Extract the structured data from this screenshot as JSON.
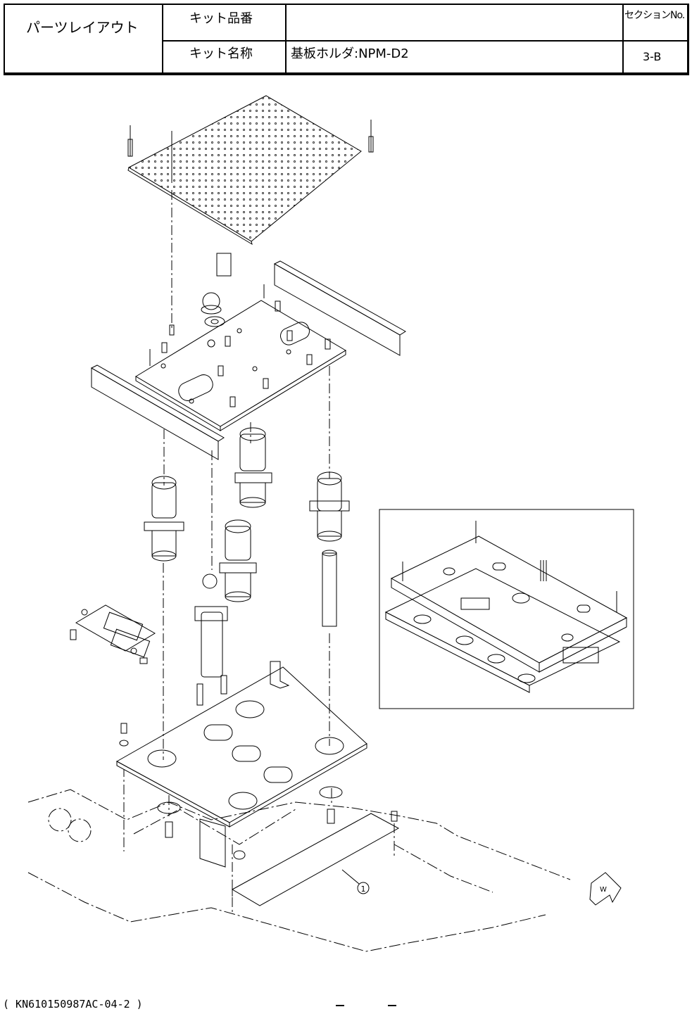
{
  "header": {
    "doc_title": "パーツレイアウト",
    "kit_number_label": "キット品番",
    "kit_number_value": "",
    "kit_name_label": "キット名称",
    "kit_name_value": "基板ホルダ:NPM-D2",
    "section_label": "セクションNo.",
    "section_value": "3-B"
  },
  "drawing": {
    "callout_number": "1",
    "direction_label": "W"
  },
  "footer": {
    "doc_code": "( KN610150987AC-04-2 )"
  }
}
